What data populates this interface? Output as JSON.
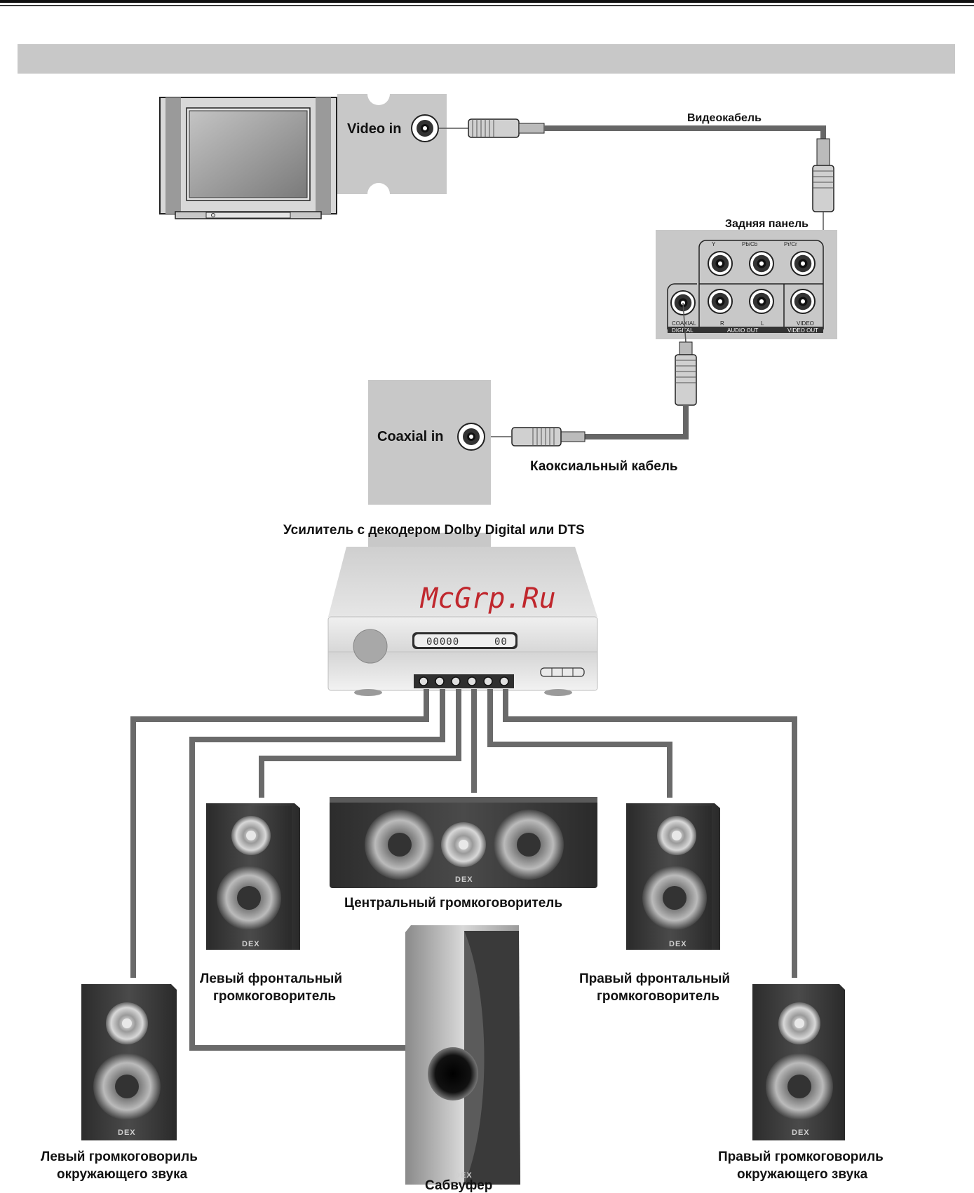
{
  "tv": {
    "video_in_label": "Video in"
  },
  "video_cable_label": "Видеокабель",
  "rear_panel": {
    "title": "Задняя панель",
    "jack_labels": {
      "y": "Y",
      "pb": "Pb/Cb",
      "pr": "Pr/Cr",
      "r": "R",
      "l": "L",
      "coaxial": "COAXIAL",
      "video": "VIDEO"
    },
    "group_labels": {
      "digital": "DIGITAL",
      "audio_out": "AUDIO OUT",
      "video_out": "VIDEO OUT"
    }
  },
  "amplifier": {
    "coaxial_in_label": "Coaxial in",
    "title": "Усилитель с декодером Dolby Digital или DTS",
    "display_main": "00000",
    "display_right": "00"
  },
  "coax_cable_label": "Каоксиальный кабель",
  "watermark": "McGrp.Ru",
  "brand": "DEX",
  "speakers": {
    "center": "Центральный громкоговоритель",
    "front_left_line1": "Левый фронтальный",
    "front_left_line2": "громкоговоритель",
    "front_right_line1": "Правый фронтальный",
    "front_right_line2": "громкоговоритель",
    "surround_left_line1": "Левый громкоговориль",
    "surround_left_line2": "окружающего звука",
    "surround_right_line1": "Правый громкоговориль",
    "surround_right_line2": "окружающего звука",
    "subwoofer": "Сабвуфер"
  },
  "colors": {
    "panel_gray": "#c8c8c8",
    "cable_gray": "#6a6a6a",
    "watermark_red": "#c0272d",
    "speaker_dark": "#3a3a3a"
  }
}
